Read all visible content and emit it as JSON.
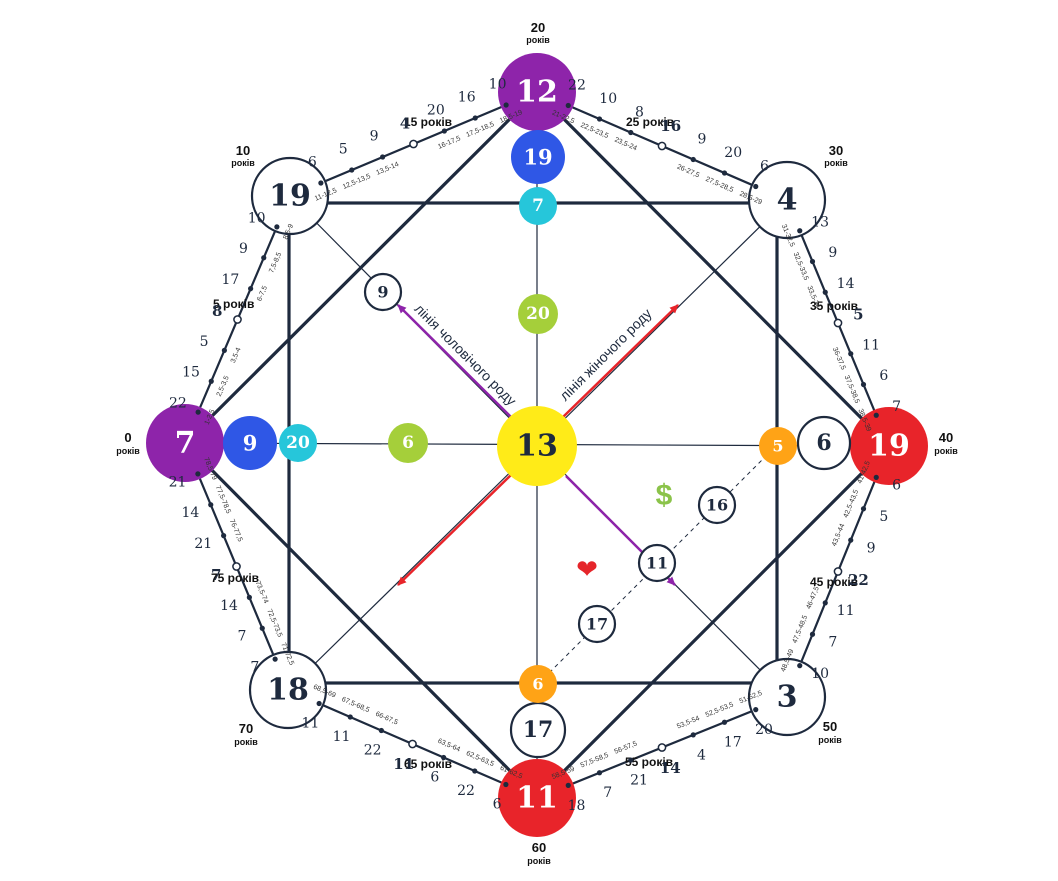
{
  "colors": {
    "purple": "#8e24aa",
    "red": "#e8242a",
    "blue": "#2f57e6",
    "cyan": "#26c6da",
    "green": "#a5cf3a",
    "yellow": "#ffeb18",
    "orange": "#ffa316",
    "navy": "#1e2a3e",
    "dollar": "#8bc34a",
    "heart": "#e5252a"
  },
  "center": {
    "value": "13"
  },
  "corners": {
    "top": "12",
    "right": "19",
    "bottom": "11",
    "left": "7",
    "top_left": "19",
    "top_right": "4",
    "bottom_right": "3",
    "bottom_left": "18"
  },
  "inner": {
    "top_1": "19",
    "top_2": "7",
    "top_3": "20",
    "left_1": "9",
    "left_2": "20",
    "left_3": "6",
    "right_1": "6",
    "right_2": "5",
    "bottom_1": "17",
    "bottom_2": "6",
    "diag_tl": "9",
    "love_1": "16",
    "love_2": "11",
    "love_3": "17"
  },
  "lines": {
    "male": "лінія чоловічого роду",
    "female": "лінія жіночого роду"
  },
  "symbols": {
    "money": "$",
    "love": "❤"
  },
  "ages": {
    "a0": "0",
    "a10": "10",
    "a20": "20",
    "a30": "30",
    "a40": "40",
    "a50": "50",
    "a60": "60",
    "a70": "70",
    "unit": "років",
    "l5": "5 років",
    "l15": "15 років",
    "l25": "25 років",
    "l35": "35 років",
    "l45": "45 років",
    "l55": "55 років",
    "l65": "65 років",
    "l75": "75 років"
  },
  "seg0_10": {
    "ranges": [
      "1-2,5",
      "2,5-3,5",
      "3,5-4",
      "6-7,5",
      "7,5-8,5",
      "8,5-9"
    ],
    "values": [
      "22",
      "15",
      "5",
      "8",
      "17",
      "9",
      "10"
    ]
  },
  "seg10_20": {
    "ranges": [
      "11-12,5",
      "12,5-13,5",
      "13,5-14",
      "16-17,5",
      "17,5-18,5",
      "18,5-19"
    ],
    "values": [
      "6",
      "5",
      "9",
      "4",
      "20",
      "16",
      "10"
    ]
  },
  "seg20_30": {
    "ranges": [
      "21-22,5",
      "22,5-23,5",
      "23,5-24",
      "26-27,5",
      "27,5-28,5",
      "28,5-29"
    ],
    "values": [
      "22",
      "10",
      "8",
      "16",
      "9",
      "20",
      "6"
    ]
  },
  "seg30_40": {
    "ranges": [
      "31-32,5",
      "32,5-33,5",
      "33,5-34",
      "36-37,5",
      "37,5-38,5",
      "38,5-39"
    ],
    "values": [
      "13",
      "9",
      "14",
      "5",
      "11",
      "6",
      "7"
    ]
  },
  "seg40_50": {
    "ranges": [
      "41-42,5",
      "42,5-43,5",
      "43,5-44",
      "46-47,5",
      "47,5-48,5",
      "48,5-49"
    ],
    "values": [
      "6",
      "5",
      "9",
      "22",
      "11",
      "7",
      "10"
    ]
  },
  "seg50_60": {
    "ranges": [
      "51-52,5",
      "52,5-53,5",
      "53,5-54",
      "56-57,5",
      "57,5-58,5",
      "58,5-59"
    ],
    "values": [
      "20",
      "17",
      "4",
      "14",
      "21",
      "7",
      "18"
    ]
  },
  "seg60_70": {
    "ranges": [
      "61-62,5",
      "62,5-63,5",
      "63,5-64",
      "66-67,5",
      "67,5-68,5",
      "68,5-69"
    ],
    "values": [
      "6",
      "22",
      "6",
      "11",
      "22",
      "11",
      "11"
    ]
  },
  "seg70_80": {
    "ranges": [
      "71-72,5",
      "72,5-73,5",
      "73,5-74",
      "76-77,5",
      "77,5-78,5",
      "78,5-79"
    ],
    "values": [
      "7",
      "7",
      "14",
      "7",
      "21",
      "14",
      "21"
    ]
  }
}
